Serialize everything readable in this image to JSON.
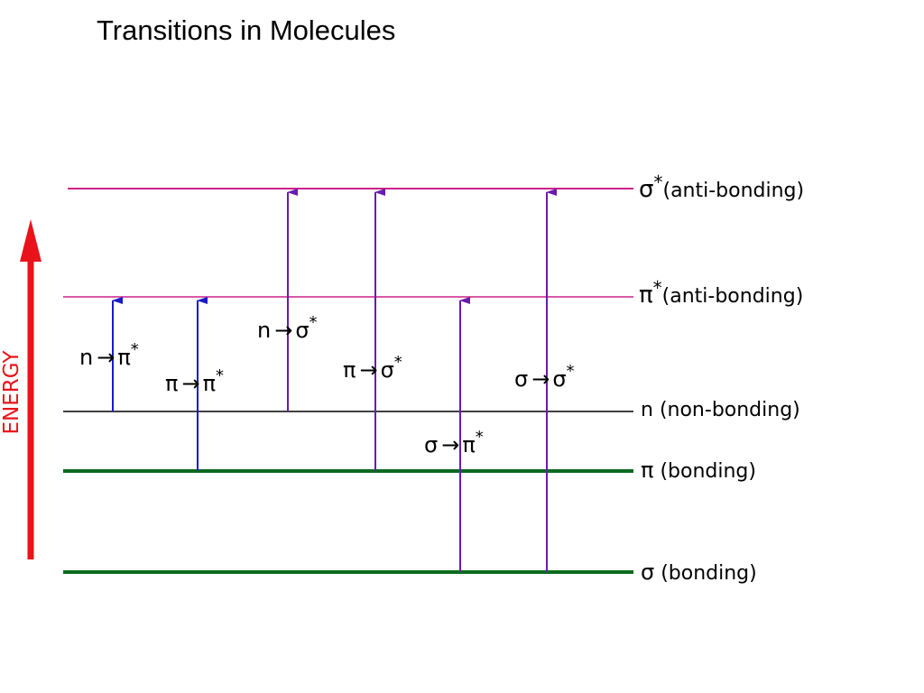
{
  "title": "Transitions in Molecules",
  "energy_axis": {
    "label": "ENERGY",
    "color": "#e8141a"
  },
  "colors": {
    "antibonding_line": "#cc2288",
    "nonbonding_line": "#000000",
    "bonding_line": "#0b6b1e",
    "arrow_blue": "#1a1acc",
    "arrow_purple": "#6a1bb0"
  },
  "levels": [
    {
      "id": "sigma-star",
      "symbol": "σ",
      "star": "*",
      "text": "(anti-bonding)"
    },
    {
      "id": "pi-star",
      "symbol": "π",
      "star": "*",
      "text": "(anti-bonding)"
    },
    {
      "id": "n",
      "symbol": "n",
      "star": "",
      "text": " (non-bonding)"
    },
    {
      "id": "pi",
      "symbol": "π",
      "star": "",
      "text": " (bonding)"
    },
    {
      "id": "sigma",
      "symbol": "σ",
      "star": "",
      "text": " (bonding)"
    }
  ],
  "transitions": [
    {
      "id": "n-pi-star",
      "from_symbol": "n",
      "to_symbol": "π",
      "star": "*",
      "from_level": "n",
      "to_level": "pi-star"
    },
    {
      "id": "pi-pi-star",
      "from_symbol": "π",
      "to_symbol": "π",
      "star": "*",
      "from_level": "pi",
      "to_level": "pi-star"
    },
    {
      "id": "n-sigma-star",
      "from_symbol": "n",
      "to_symbol": "σ",
      "star": "*",
      "from_level": "n",
      "to_level": "sigma-star"
    },
    {
      "id": "pi-sigma-star",
      "from_symbol": "π",
      "to_symbol": "σ",
      "star": "*",
      "from_level": "pi",
      "to_level": "sigma-star"
    },
    {
      "id": "sigma-pi-star",
      "from_symbol": "σ",
      "to_symbol": "π",
      "star": "*",
      "from_level": "sigma",
      "to_level": "pi-star"
    },
    {
      "id": "sigma-sigma-star",
      "from_symbol": "σ",
      "to_symbol": "σ",
      "star": "*",
      "from_level": "sigma",
      "to_level": "sigma-star"
    }
  ]
}
